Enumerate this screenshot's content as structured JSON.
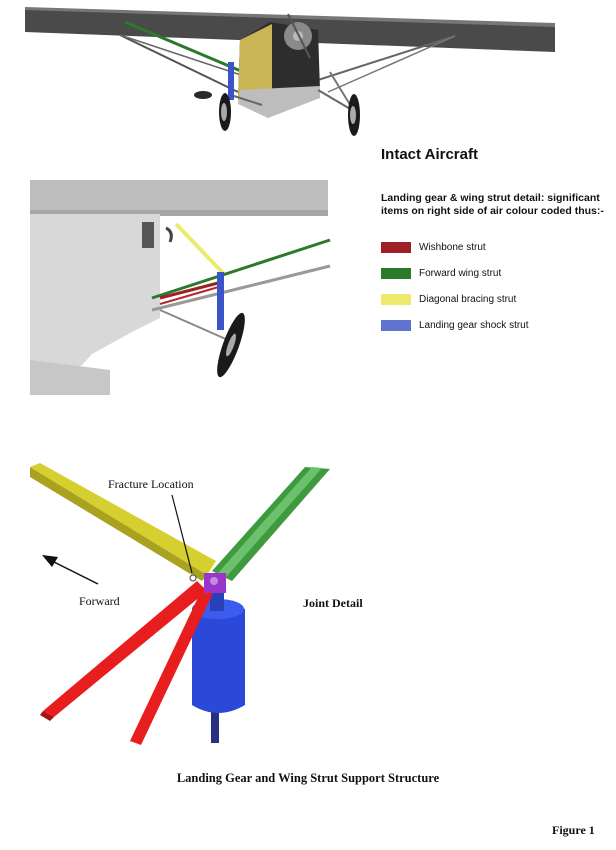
{
  "heading": "Intact Aircraft",
  "legend_intro": "Landing gear & wing strut detail: significant items on right side of air colour coded thus:-",
  "legend": [
    {
      "label": "Wishbone strut",
      "color": "#9e1f25"
    },
    {
      "label": "Forward wing strut",
      "color": "#2a7a2a"
    },
    {
      "label": "Diagonal bracing strut",
      "color": "#eeea6e"
    },
    {
      "label": "Landing gear shock strut",
      "color": "#5f73cf"
    }
  ],
  "joint": {
    "fracture_label": "Fracture Location",
    "forward_label": "Forward",
    "title": "Joint Detail"
  },
  "caption": "Landing Gear and Wing Strut Support Structure",
  "figure_label": "Figure 1"
}
